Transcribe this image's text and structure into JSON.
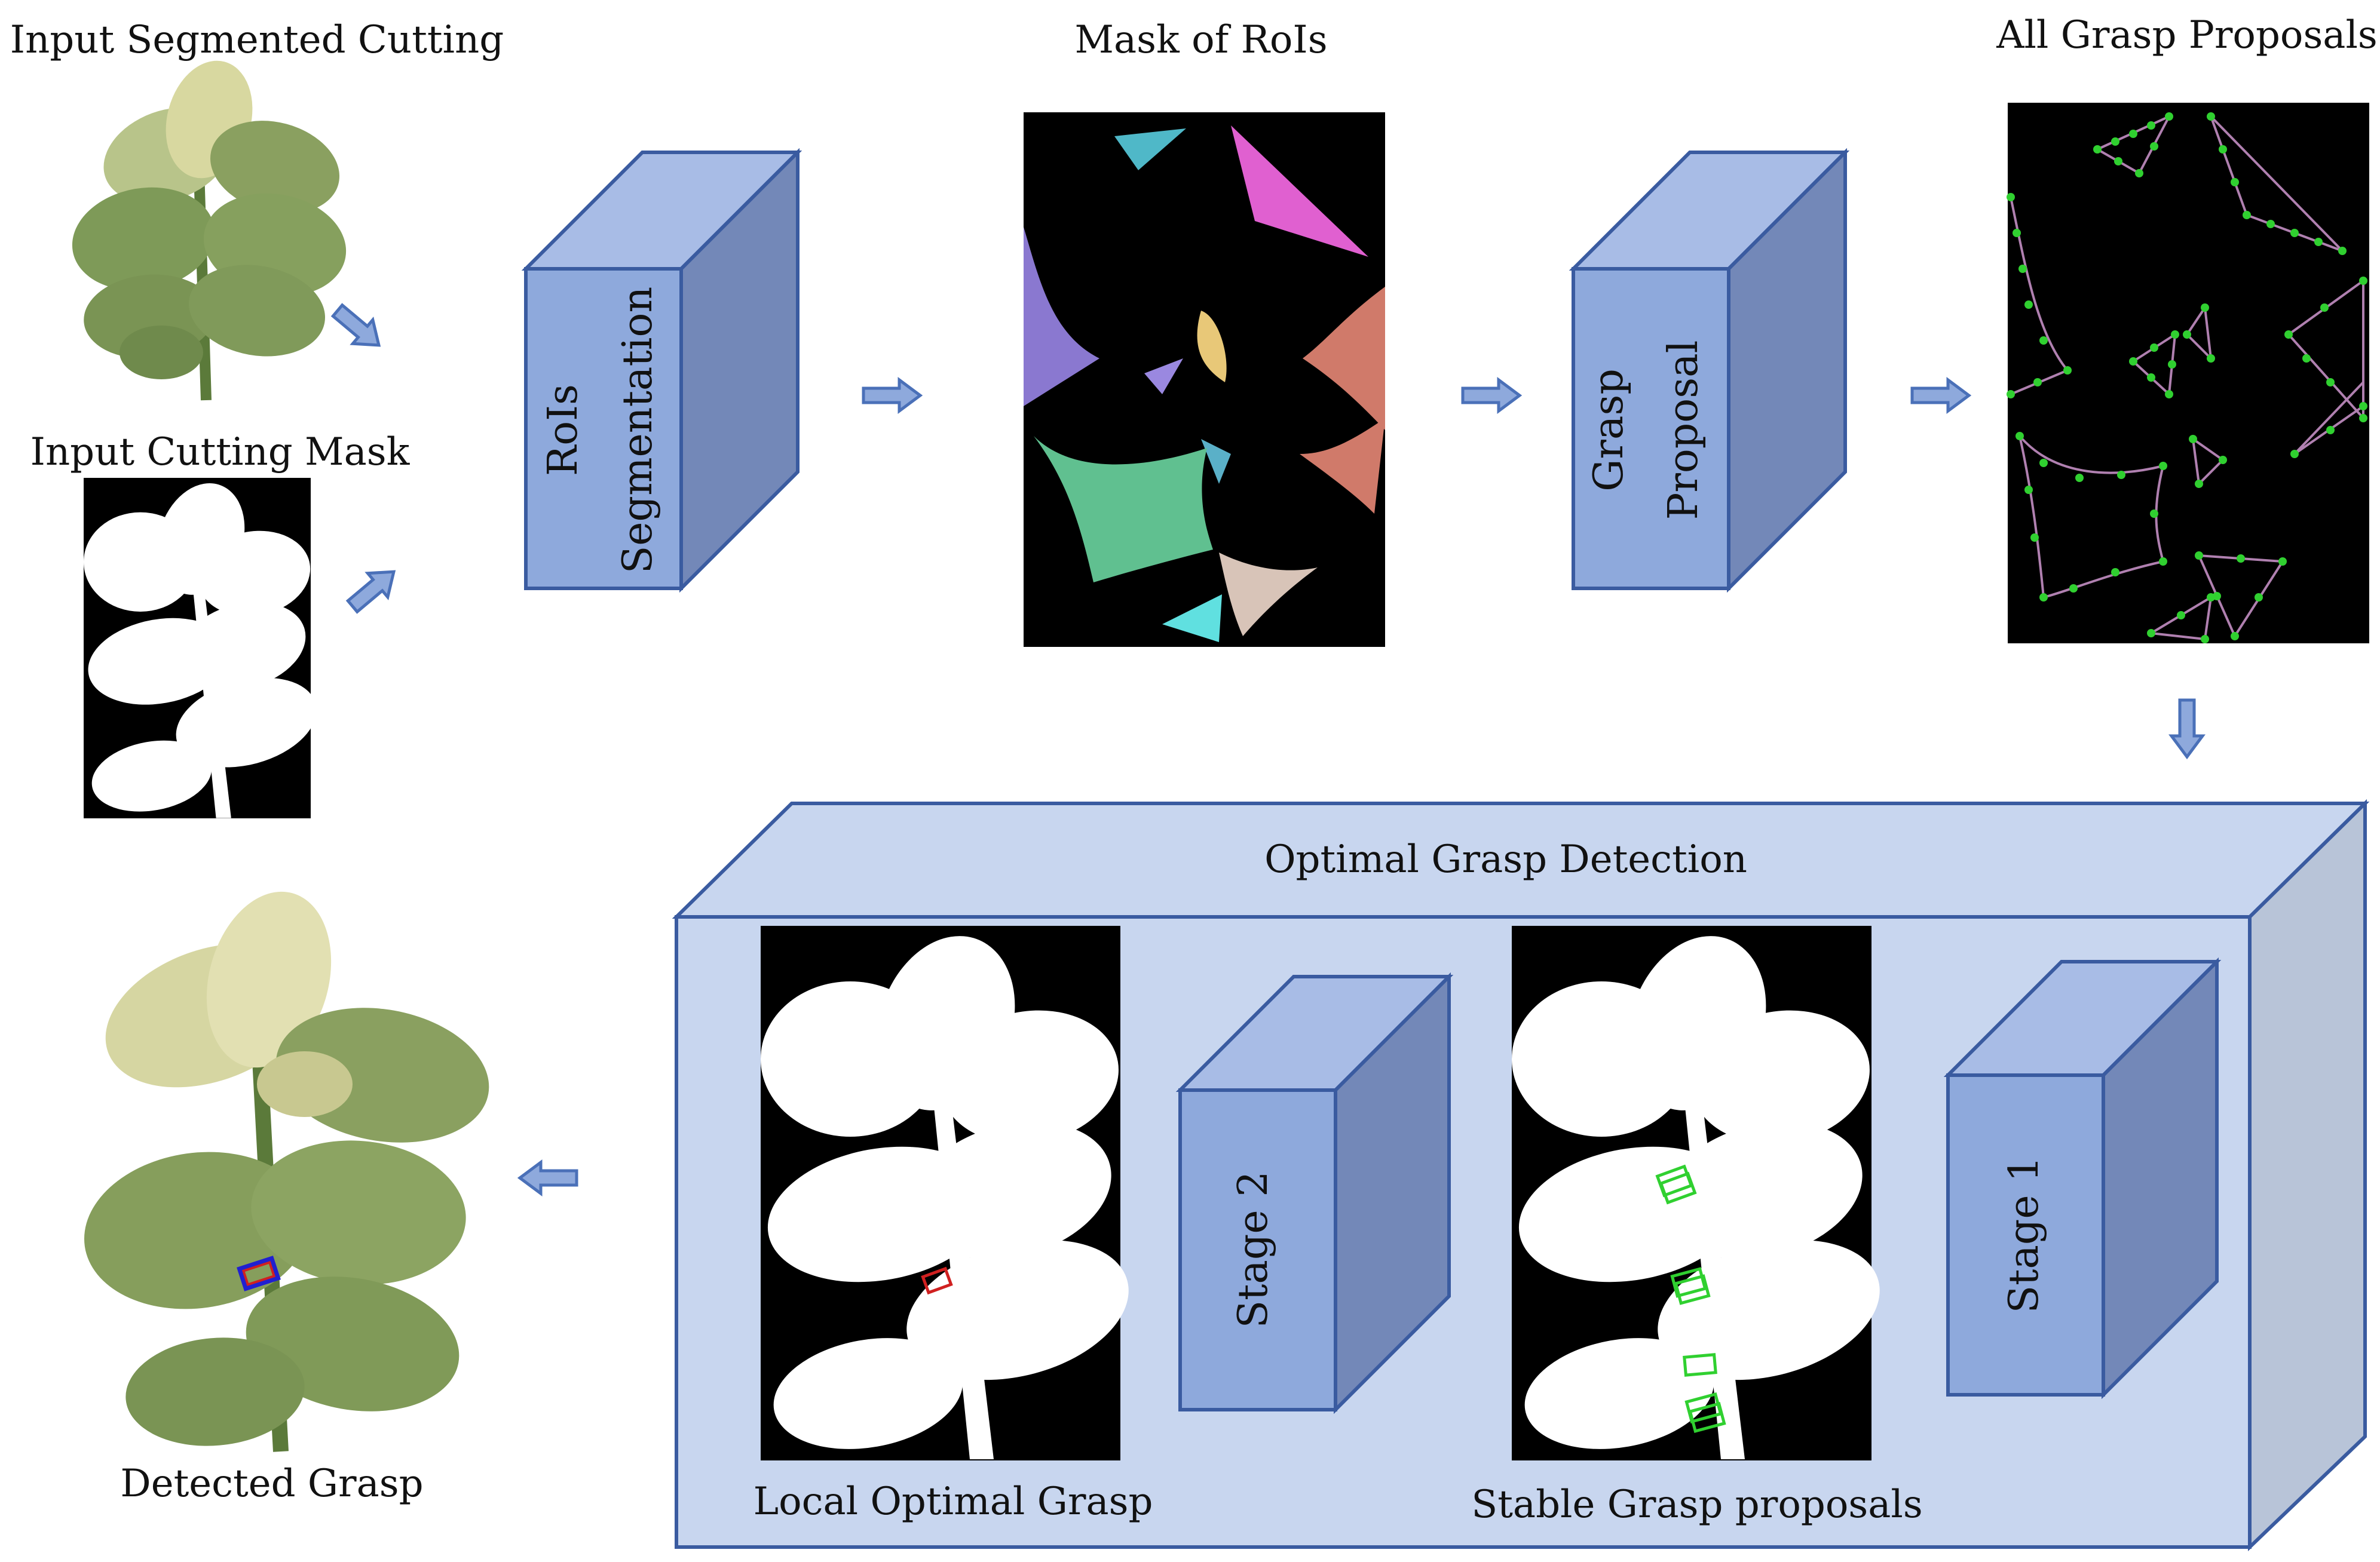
{
  "labels": {
    "input_segmented_cutting": "Input Segmented Cutting",
    "input_cutting_mask": "Input Cutting Mask",
    "mask_of_rois": "Mask of RoIs",
    "all_grasp_proposals": "All Grasp Proposals",
    "optimal_grasp_detection": "Optimal Grasp Detection",
    "local_optimal_grasp": "Local Optimal Grasp",
    "stable_grasp_proposals": "Stable Grasp proposals",
    "detected_grasp": "Detected Grasp"
  },
  "blocks": {
    "rois_segmentation": {
      "line1": "RoIs",
      "line2": "Segmentation"
    },
    "grasp_proposal": {
      "line1": "Grasp",
      "line2": "Proposal"
    },
    "stage2": {
      "line1": "Stage 2"
    },
    "stage1": {
      "line1": "Stage 1"
    }
  },
  "colors": {
    "block_front": "#8ea9dc",
    "block_top": "#a8bce6",
    "block_side": "#7388b8",
    "block_edge": "#3a5ba0",
    "big_box_front": "#c8d6ef",
    "big_box_side": "#b8c4d8",
    "arrow": "#4a70b8",
    "mask_bg": "#000000",
    "roi_cyan": "#4fb8c8",
    "roi_magenta": "#e060d0",
    "roi_purple": "#8a78d0",
    "roi_yellow": "#e8c878",
    "roi_salmon": "#d07a6a",
    "roi_green": "#60c090",
    "roi_beige": "#d8c4b8",
    "grasp_point": "#30d030",
    "grasp_red": "#d02020",
    "grasp_blue": "#2020d0"
  }
}
